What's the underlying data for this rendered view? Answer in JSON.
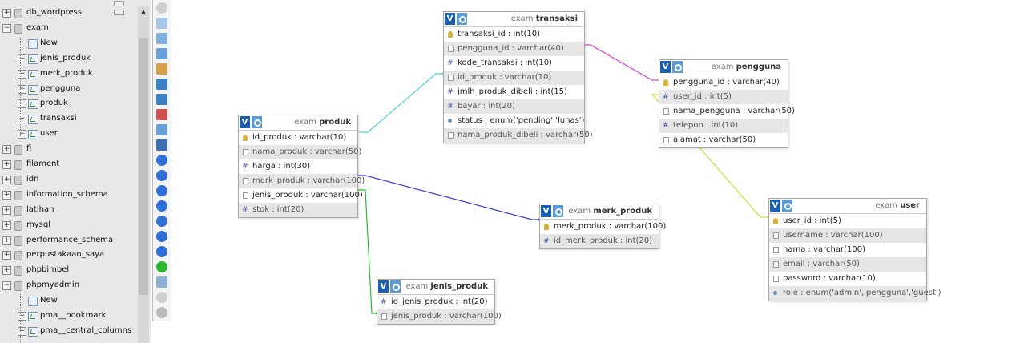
{
  "sidebar": {
    "items": [
      {
        "label": "db_wordpress",
        "kind": "db",
        "expander": "+"
      },
      {
        "label": "exam",
        "kind": "db",
        "expander": "−"
      },
      {
        "label": "New",
        "kind": "new"
      },
      {
        "label": "jenis_produk",
        "kind": "table",
        "expander": "+"
      },
      {
        "label": "merk_produk",
        "kind": "table",
        "expander": "+"
      },
      {
        "label": "pengguna",
        "kind": "table",
        "expander": "+"
      },
      {
        "label": "produk",
        "kind": "table",
        "expander": "+"
      },
      {
        "label": "transaksi",
        "kind": "table",
        "expander": "+"
      },
      {
        "label": "user",
        "kind": "table",
        "expander": "+"
      },
      {
        "label": "fi",
        "kind": "db",
        "expander": "+"
      },
      {
        "label": "filament",
        "kind": "db",
        "expander": "+"
      },
      {
        "label": "idn",
        "kind": "db",
        "expander": "+"
      },
      {
        "label": "information_schema",
        "kind": "db",
        "expander": "+"
      },
      {
        "label": "latihan",
        "kind": "db",
        "expander": "+"
      },
      {
        "label": "mysql",
        "kind": "db",
        "expander": "+"
      },
      {
        "label": "performance_schema",
        "kind": "db",
        "expander": "+"
      },
      {
        "label": "perpustakaan_saya",
        "kind": "db",
        "expander": "+"
      },
      {
        "label": "phpbimbel",
        "kind": "db",
        "expander": "+"
      },
      {
        "label": "phpmyadmin",
        "kind": "db",
        "expander": "−"
      },
      {
        "label": "New",
        "kind": "new"
      },
      {
        "label": "pma__bookmark",
        "kind": "table",
        "expander": "+"
      },
      {
        "label": "pma__central_columns",
        "kind": "table",
        "expander": "+"
      }
    ]
  },
  "designer": {
    "db_prefix": "exam",
    "toggle_label": "V",
    "tables": {
      "produk": {
        "name": "produk",
        "columns": [
          {
            "text": "id_produk : varchar(10)",
            "icon": "key"
          },
          {
            "text": "nama_produk : varchar(50)",
            "icon": "txt"
          },
          {
            "text": "harga : int(30)",
            "icon": "num"
          },
          {
            "text": "merk_produk : varchar(100)",
            "icon": "txt"
          },
          {
            "text": "jenis_produk : varchar(100)",
            "icon": "txt"
          },
          {
            "text": "stok : int(20)",
            "icon": "num"
          }
        ]
      },
      "transaksi": {
        "name": "transaksi",
        "columns": [
          {
            "text": "transaksi_id : int(10)",
            "icon": "key"
          },
          {
            "text": "pengguna_id : varchar(40)",
            "icon": "txt"
          },
          {
            "text": "kode_transaksi : int(10)",
            "icon": "num"
          },
          {
            "text": "id_produk : varchar(10)",
            "icon": "txt"
          },
          {
            "text": "jmlh_produk_dibeli : int(15)",
            "icon": "num"
          },
          {
            "text": "bayar : int(20)",
            "icon": "num"
          },
          {
            "text": "status : enum('pending','lunas')",
            "icon": "enm"
          },
          {
            "text": "nama_produk_dibeli : varchar(50)",
            "icon": "txt"
          }
        ]
      },
      "pengguna": {
        "name": "pengguna",
        "columns": [
          {
            "text": "pengguna_id : varchar(40)",
            "icon": "key"
          },
          {
            "text": "user_id : int(5)",
            "icon": "num"
          },
          {
            "text": "nama_pengguna : varchar(50)",
            "icon": "txt"
          },
          {
            "text": "telepon : int(10)",
            "icon": "num"
          },
          {
            "text": "alamat : varchar(50)",
            "icon": "txt"
          }
        ]
      },
      "merk_produk": {
        "name": "merk_produk",
        "columns": [
          {
            "text": "merk_produk : varchar(100)",
            "icon": "key"
          },
          {
            "text": "id_merk_produk : int(20)",
            "icon": "num"
          }
        ]
      },
      "jenis_produk": {
        "name": "jenis_produk",
        "columns": [
          {
            "text": "id_jenis_produk : int(20)",
            "icon": "num"
          },
          {
            "text": "jenis_produk : varchar(100)",
            "icon": "txt"
          }
        ]
      },
      "user": {
        "name": "user",
        "columns": [
          {
            "text": "user_id : int(5)",
            "icon": "key"
          },
          {
            "text": "username : varchar(100)",
            "icon": "txt"
          },
          {
            "text": "nama : varchar(100)",
            "icon": "txt"
          },
          {
            "text": "email : varchar(50)",
            "icon": "txt"
          },
          {
            "text": "password : varchar(10)",
            "icon": "txt"
          },
          {
            "text": "role : enum('admin','pengguna','guest')",
            "icon": "enm"
          }
        ]
      }
    },
    "relation_colors": {
      "produk_transaksi": "#4fd0d6",
      "transaksi_pengguna": "#d63fd6",
      "produk_merk": "#3a3ad6",
      "produk_jenis": "#2fb82f",
      "pengguna_user": "#d6d63a"
    }
  }
}
